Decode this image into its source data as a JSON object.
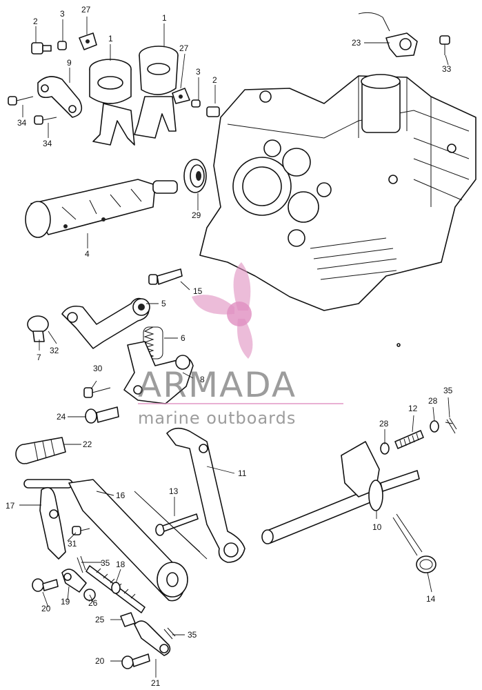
{
  "watermark": {
    "title": "ARMADA",
    "subtitle": "marine outboards",
    "logo_color": "#e08fc0"
  },
  "labels": {
    "l1a": "1",
    "l1b": "1",
    "l2a": "2",
    "l2b": "2",
    "l3a": "3",
    "l3b": "3",
    "l4": "4",
    "l5": "5",
    "l6": "6",
    "l7": "7",
    "l8": "8",
    "l9": "9",
    "l10": "10",
    "l11": "11",
    "l12": "12",
    "l13": "13",
    "l14": "14",
    "l15": "15",
    "l16": "16",
    "l17": "17",
    "l18": "18",
    "l19": "19",
    "l20a": "20",
    "l20b": "20",
    "l21": "21",
    "l22": "22",
    "l23": "23",
    "l24": "24",
    "l25": "25",
    "l26": "26",
    "l27a": "27",
    "l27b": "27",
    "l28a": "28",
    "l28b": "28",
    "l29": "29",
    "l30": "30",
    "l31": "31",
    "l32": "32",
    "l33": "33",
    "l34a": "34",
    "l34b": "34",
    "l35a": "35",
    "l35b": "35",
    "l35c": "35"
  }
}
